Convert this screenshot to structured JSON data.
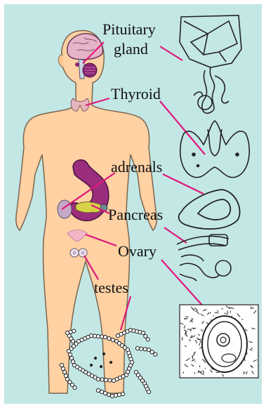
{
  "labels": {
    "pituitary_line1": "Pituitary",
    "pituitary_line2": "gland",
    "thyroid": "Thyroid",
    "adrenals": "adrenals",
    "pancreas": "Pancreas",
    "ovary": "Ovary",
    "testes": "testes"
  },
  "colors": {
    "background": "#c3e7e5",
    "body_skin": "#ffd1a3",
    "body_outline": "#7a6650",
    "pointer_line": "#e0177c",
    "stomach": "#9a2e7d",
    "brain": "#e6b4c6",
    "pituitary": "#8a2572",
    "thyroid": "#e6b6bc",
    "pancreas": "#d8d24a",
    "sketch": "#222222"
  }
}
